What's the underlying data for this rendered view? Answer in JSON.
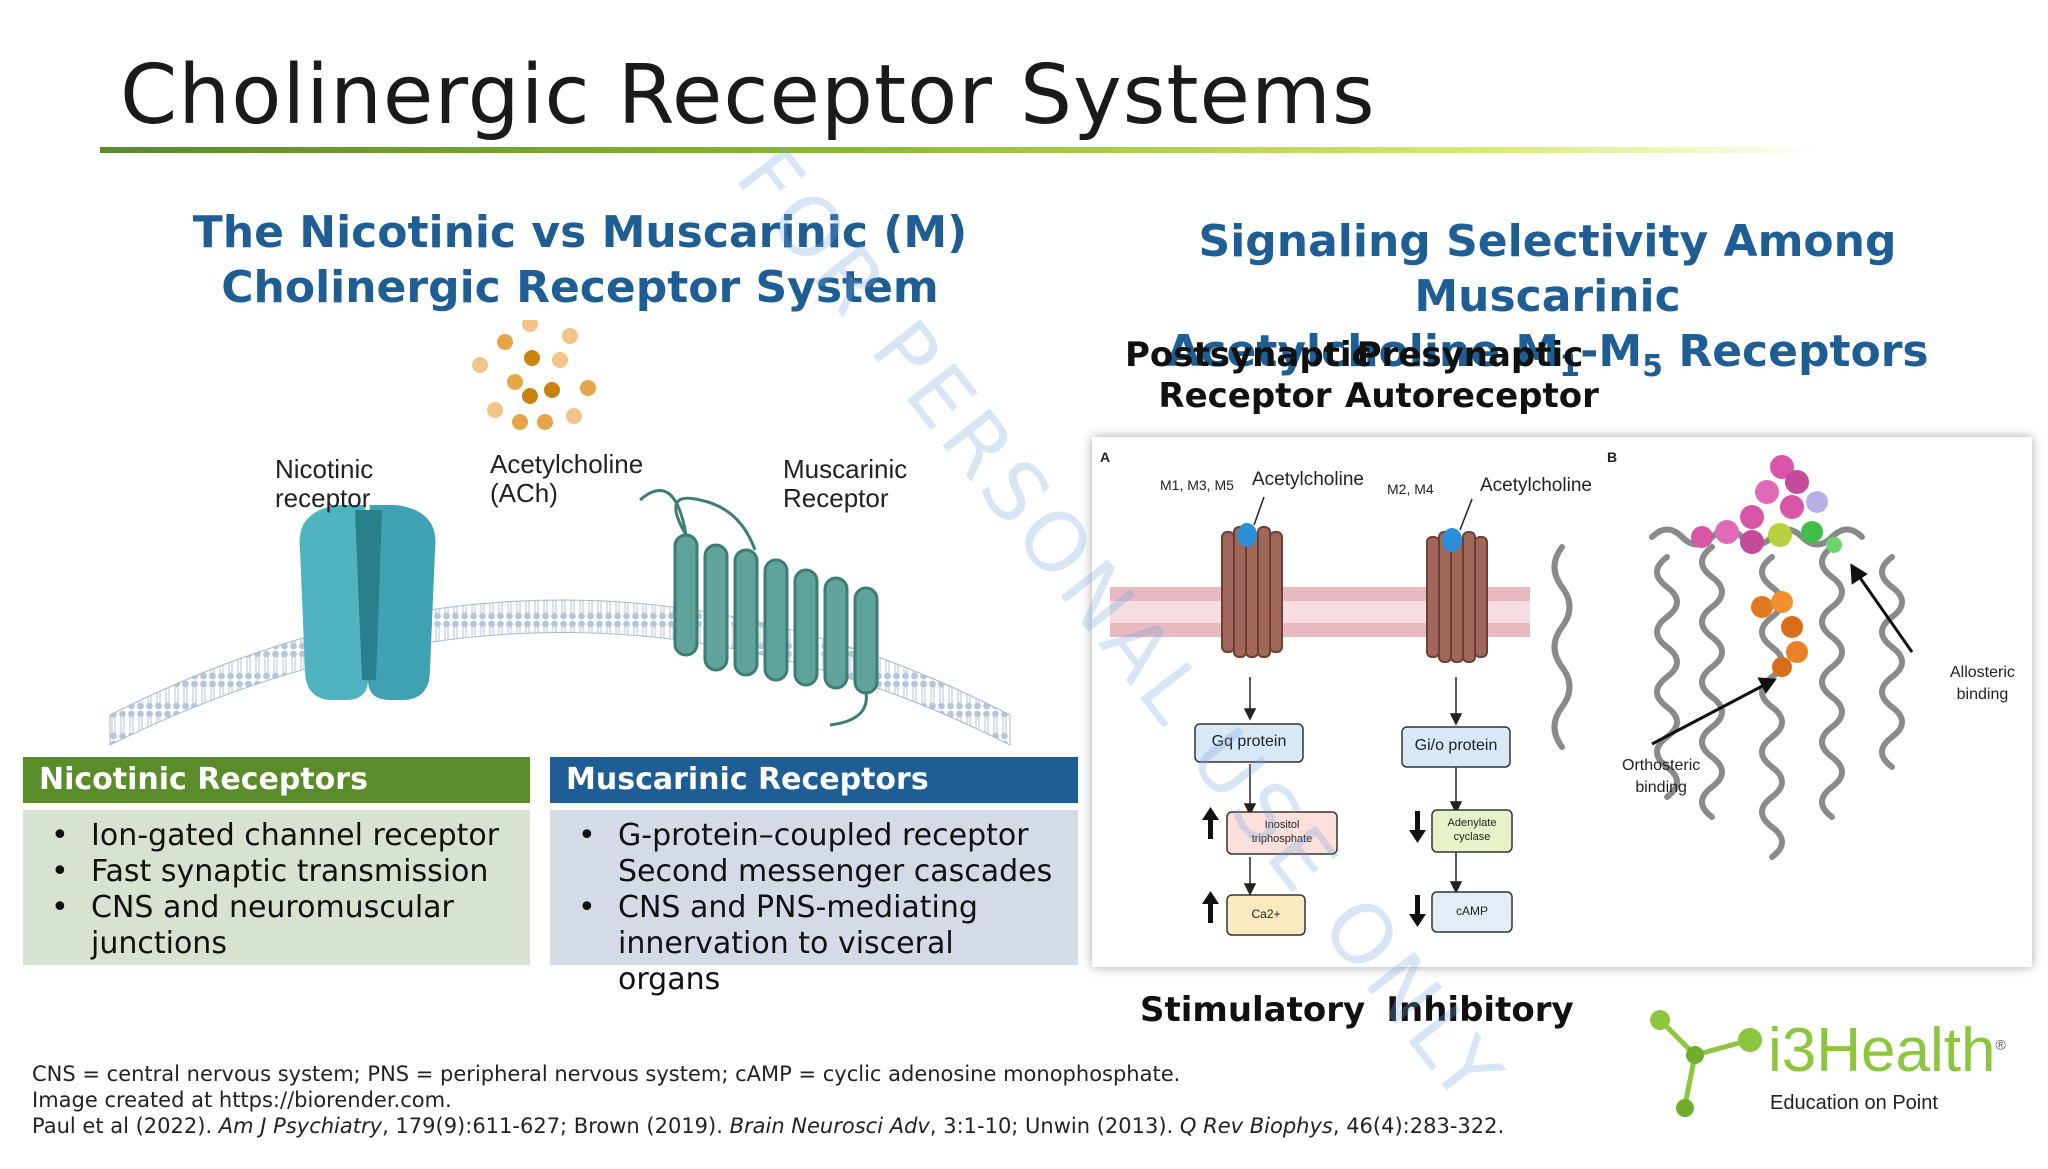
{
  "slide": {
    "title": "Cholinergic Receptor Systems",
    "watermark": "FOR PERSONAL USE ONLY"
  },
  "left": {
    "heading_line1": "The Nicotinic vs Muscarinic (M)",
    "heading_line2": "Cholinergic Receptor System",
    "labels": {
      "nicotinic_1": "Nicotinic",
      "nicotinic_2": "receptor",
      "ach_1": "Acetylcholine",
      "ach_2": "(ACh)",
      "muscarinic_1": "Muscarinic",
      "muscarinic_2": "Receptor"
    },
    "nicotinic_box": {
      "title": "Nicotinic Receptors",
      "items": [
        "Ion-gated channel receptor",
        "Fast synaptic transmission",
        "CNS and neuromuscular",
        "junctions"
      ]
    },
    "muscarinic_box": {
      "title": "Muscarinic Receptors",
      "items": [
        "G-protein–coupled receptor",
        "Second messenger cascades",
        "CNS and PNS-mediating",
        "innervation to visceral organs"
      ]
    }
  },
  "right": {
    "heading_line1": "Signaling Selectivity Among Muscarinic",
    "heading_line2_pre": "Acetylcholine M",
    "heading_sub1": "1",
    "heading_mid": "-M",
    "heading_sub5": "5",
    "heading_post": " Receptors",
    "postsynaptic_1": "Postsynaptic",
    "postsynaptic_2": "Receptor",
    "presynaptic_1": "Presynaptic",
    "presynaptic_2": "Autoreceptor",
    "stimulatory": "Stimulatory",
    "inhibitory": "Inhibitory",
    "figure": {
      "panel_a": "A",
      "panel_b": "B",
      "m135": "M1, M3, M5",
      "m24": "M2, M4",
      "ach_left": "Acetylcholine",
      "ach_right": "Acetylcholine",
      "gq": "Gq protein",
      "gio": "Gi/o protein",
      "ip3_1": "Inositol",
      "ip3_2": "triphosphate",
      "ac_1": "Adenylate",
      "ac_2": "cyclase",
      "ca": "Ca2+",
      "camp": "cAMP",
      "allosteric_1": "Allosteric",
      "allosteric_2": "binding",
      "orthosteric_1": "Orthosteric",
      "orthosteric_2": "binding"
    }
  },
  "footer": {
    "line1": "CNS = central nervous system; PNS = peripheral nervous system; cAMP = cyclic adenosine monophosphate.",
    "line2": "Image created at https://biorender.com.",
    "ref_a": "Paul et al (2022). ",
    "ref_b": "Am J Psychiatry",
    "ref_c": ", 179(9):611-627; Brown (2019). ",
    "ref_d": "Brain Neurosci Adv",
    "ref_e": ", 3:1-10; Unwin (2013). ",
    "ref_f": "Q Rev Biophys",
    "ref_g": ", 46(4):283-322."
  },
  "logo": {
    "name": "i3Health",
    "registered": "®",
    "tagline": "Education on Point"
  },
  "colors": {
    "heading_blue": "#1f5e95",
    "nicotinic_green": "#5b8c2a",
    "nicotinic_body": "#d8e2d0",
    "muscarinic_blue": "#1f5e95",
    "muscarinic_body": "#d5dbe6",
    "logo_green": "#8cc63f"
  }
}
